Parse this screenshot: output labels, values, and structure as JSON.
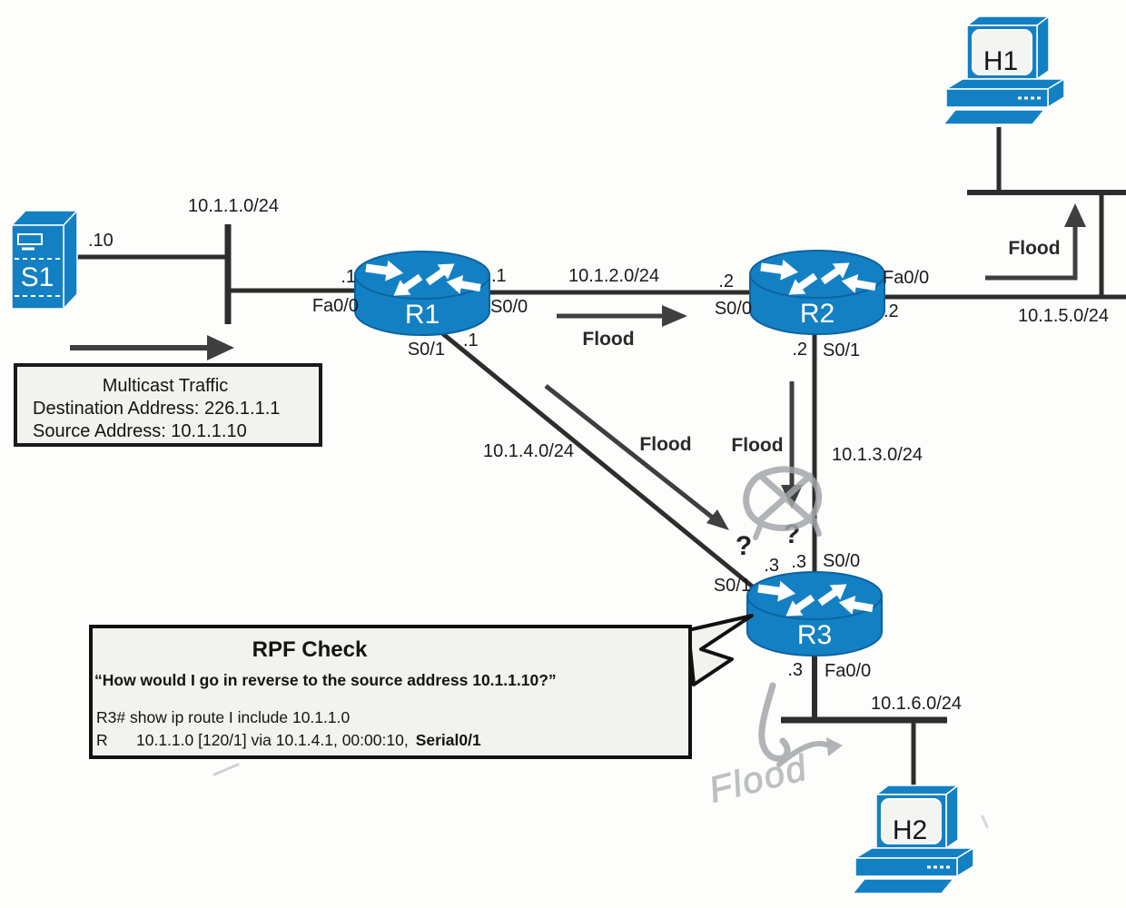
{
  "colors": {
    "device_blue": "#1480c4",
    "device_blue_dark": "#0c63a0",
    "line": "#2e2d2b",
    "arrow": "#3f3f3f",
    "box_fill": "#f2f2ef",
    "pencil": "#a3a7aa"
  },
  "devices": {
    "s1": "S1",
    "r1": "R1",
    "r2": "R2",
    "r3": "R3",
    "h1": "H1",
    "h2": "H2"
  },
  "interfaces": {
    "s1_ip": ".10",
    "r1_fa00_ip": ".1",
    "r1_fa00": "Fa0/0",
    "r1_s00_ip": ".1",
    "r1_s00": "S0/0",
    "r1_s01": "S0/1",
    "r1_s01_ip": ".1",
    "r2_s00_ip": ".2",
    "r2_s00": "S0/0",
    "r2_fa00": "Fa0/0",
    "r2_fa00_ip": ".2",
    "r2_s01_ip": ".2",
    "r2_s01": "S0/1",
    "r3_s01": "S0/1",
    "r3_s01_ip": ".3",
    "r3_s00_ip": ".3",
    "r3_s00": "S0/0",
    "r3_fa00_ip": ".3",
    "r3_fa00": "Fa0/0"
  },
  "networks": {
    "lan_s1": "10.1.1.0/24",
    "link_r1_r2": "10.1.2.0/24",
    "link_r2_r3": "10.1.3.0/24",
    "link_r1_r3": "10.1.4.0/24",
    "lan_h1": "10.1.5.0/24",
    "lan_h2": "10.1.6.0/24"
  },
  "flood_labels": {
    "r1_r2": "Flood",
    "r2_h1": "Flood",
    "r1_r3": "Flood",
    "r2_r3": "Flood",
    "r1_r3_question": "?",
    "r2_r3_question": "?",
    "handwritten": "Flood"
  },
  "multicast_box": {
    "title": "Multicast Traffic",
    "destination": "Destination Address: 226.1.1.1",
    "source": "Source Address: 10.1.1.10"
  },
  "rpf_box": {
    "title": "RPF Check",
    "quote": "“How would I go in reverse to the source address 10.1.1.10?”",
    "command": "R3# show ip route I include 10.1.1.0",
    "route_flag": "R",
    "route": "10.1.1.0 [120/1] via 10.1.4.1, 00:00:10,",
    "route_interface": "Serial0/1"
  }
}
